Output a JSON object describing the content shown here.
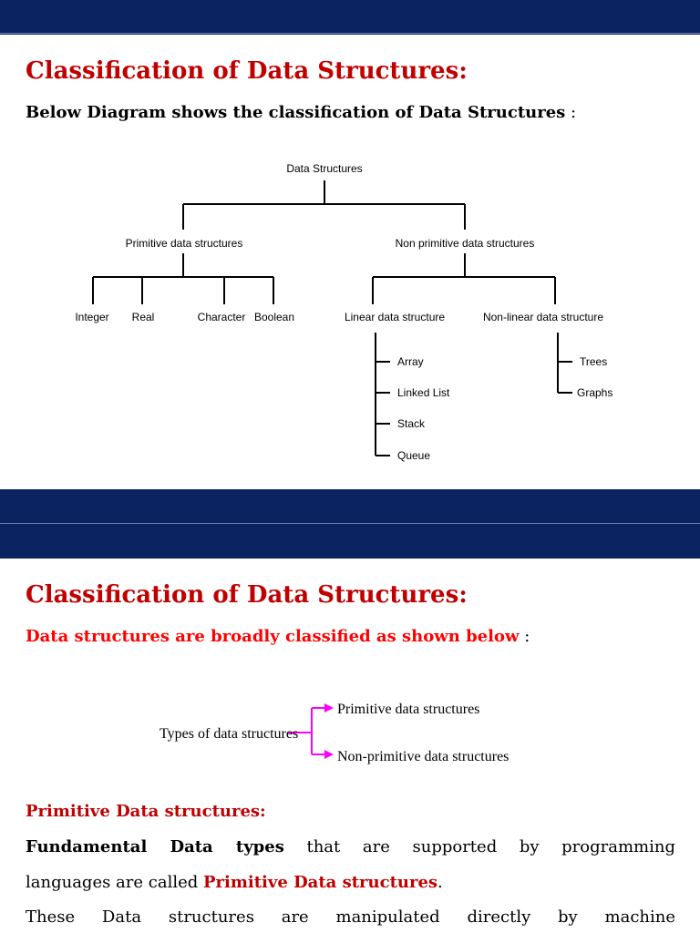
{
  "slide1": {
    "title": "Classification of Data Structures:",
    "intro_bold": "Below Diagram shows the classification of Data Structures",
    "intro_tail": " :",
    "tree": {
      "root": "Data Structures",
      "primitive": "Primitive data structures",
      "non_primitive": "Non primitive data structures",
      "primitive_items": [
        "Integer",
        "Real",
        "Character",
        "Boolean"
      ],
      "linear": "Linear data structure",
      "non_linear": "Non-linear data structure",
      "linear_items": [
        "Array",
        "Linked List",
        "Stack",
        "Queue"
      ],
      "non_linear_items": [
        "Trees",
        "Graphs"
      ]
    }
  },
  "slide2": {
    "title": "Classification of Data Structures:",
    "intro_red": "Data structures are broadly classified as shown below",
    "intro_tail": " :",
    "types": {
      "label": "Types of data structures",
      "primitive": "Primitive data structures",
      "non_primitive": "Non-primitive data structures",
      "arrow_color": "#ff00ff"
    },
    "section_heading": "Primitive Data structures:",
    "para1_bold": "Fundamental Data types",
    "para1_text": " that are supported by programming",
    "para1_line2": "languages are called ",
    "para1_red": "Primitive Data structures",
    "para1_end": ".",
    "para2": "These Data structures are  manipulated directly by machine"
  },
  "colors": {
    "band": "#0b2461",
    "title_red": "#c00000",
    "accent_red": "#ff0000"
  }
}
